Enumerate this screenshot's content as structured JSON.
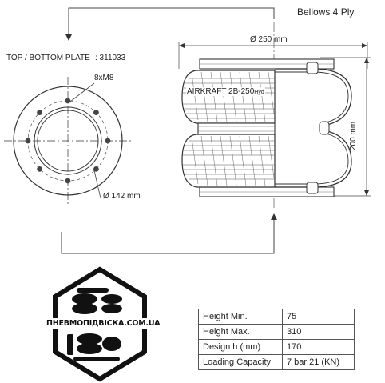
{
  "header": {
    "ply_label": "Bellows 4 Ply"
  },
  "plate": {
    "label": "TOP / BOTTOM PLATE",
    "code": ": 311033",
    "bolts_label": "8xM8",
    "bolt_circle_label": "Ø 142 mm"
  },
  "side_view": {
    "diameter_label": "Ø 250 mm",
    "height_label": "200 mm",
    "brand_text": "AIRKRAFT 2B-250",
    "brand_suffix": "Hyd"
  },
  "logo": {
    "text": "ПНЕВМОПІДВІСКА.COM.UA"
  },
  "specs": [
    {
      "label": "Height Min.",
      "value": "75"
    },
    {
      "label": "Height Max.",
      "value": "310"
    },
    {
      "label": "Design h (mm)",
      "value": "170"
    },
    {
      "label": "Loading Capacity",
      "value": "7 bar 21 (KN)"
    }
  ]
}
